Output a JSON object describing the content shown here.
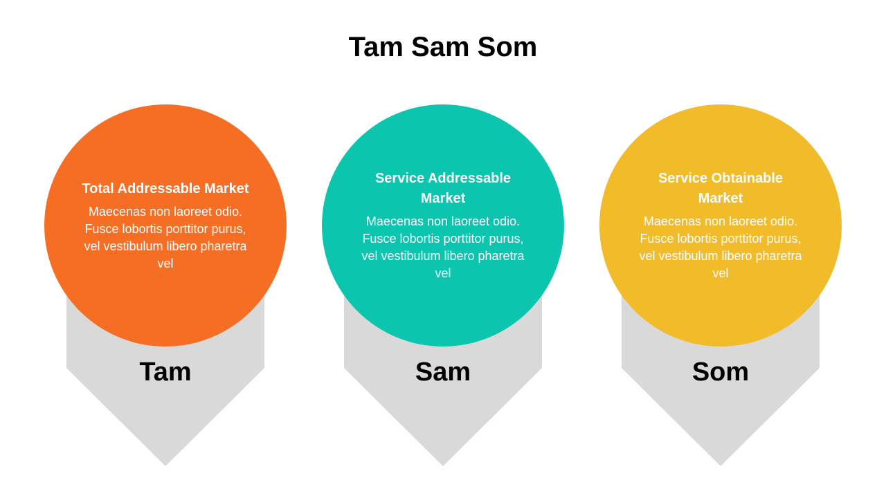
{
  "title": "Tam Sam Som",
  "items": [
    {
      "heading": "Total Addressable Market",
      "body": "Maecenas non laoreet odio. Fusce lobortis porttitor purus, vel vestibulum libero pharetra vel",
      "label": "Tam",
      "color": "#F66E23"
    },
    {
      "heading": "Service Addressable Market",
      "body": "Maecenas non laoreet odio. Fusce lobortis porttitor purus, vel vestibulum libero pharetra vel",
      "label": "Sam",
      "color": "#0CC5AE"
    },
    {
      "heading": "Service Obtainable Market",
      "body": "Maecenas non laoreet odio. Fusce lobortis porttitor purus, vel vestibulum libero pharetra vel",
      "label": "Som",
      "color": "#F2BB29"
    }
  ],
  "pointer_color": "#D9D9D9"
}
